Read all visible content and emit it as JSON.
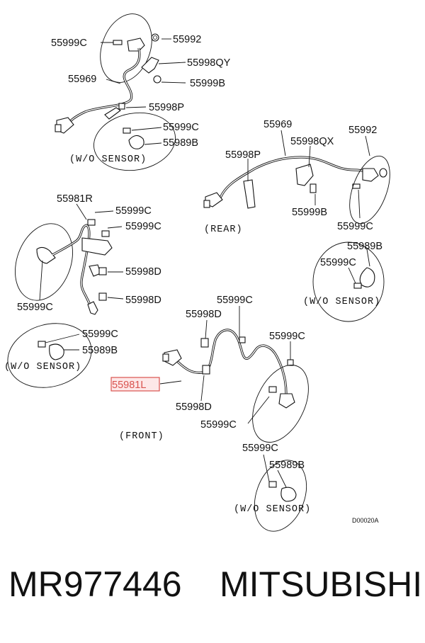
{
  "diagram": {
    "labels": {
      "l01": "55999C",
      "l02": "55992",
      "l03": "55998QY",
      "l04": "55969",
      "l05": "55999B",
      "l06": "55998P",
      "l07": "55999C",
      "l08": "55989B",
      "l09": "55969",
      "l10": "55998QX",
      "l11": "55992",
      "l12": "55998P",
      "l13": "55999B",
      "l14": "55999C",
      "l15": "55981R",
      "l16": "55999C",
      "l17": "55999C",
      "l18": "55998D",
      "l19": "55998D",
      "l20": "55999C",
      "l21": "55989B",
      "l22": "55999C",
      "l23": "55999C",
      "l24": "55998D",
      "l25": "55999C",
      "l26": "55999C",
      "l27": "55989B",
      "l28": "55981L",
      "l29": "55998D",
      "l30": "55999C",
      "l31": "55999C",
      "l32": "55989B"
    },
    "notes": {
      "wo_sensor_1": "(W/O SENSOR)",
      "rear": "(REAR)",
      "wo_sensor_2": "(W/O SENSOR)",
      "wo_sensor_3": "(W/O SENSOR)",
      "front": "(FRONT)",
      "wo_sensor_4": "(W/O SENSOR)"
    },
    "figure_code": "D00020A",
    "highlight_color": "#d9534f"
  },
  "footer": {
    "part_number": "MR977446",
    "brand": "MITSUBISHI"
  }
}
